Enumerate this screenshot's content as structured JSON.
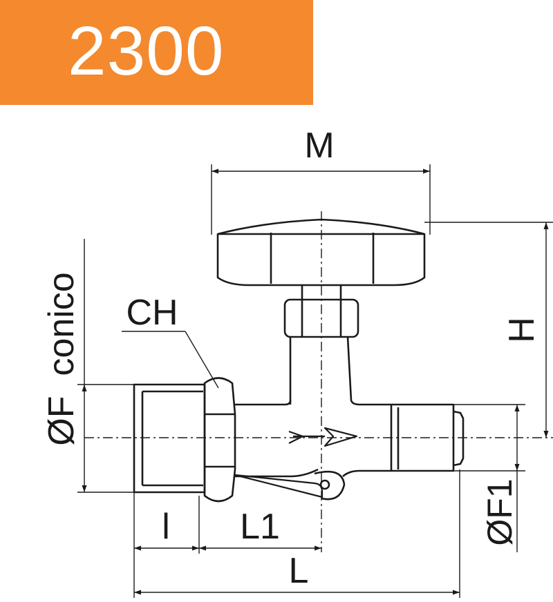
{
  "header": {
    "product_code": "2300",
    "accent_color": "#f4892d"
  },
  "drawing": {
    "labels": {
      "M": "M",
      "H": "H",
      "CH": "CH",
      "F_conico": "ØF  conico",
      "F1": "ØF1",
      "l": "l",
      "L1": "L1",
      "L": "L"
    },
    "line_color": "#1a1a1a"
  }
}
